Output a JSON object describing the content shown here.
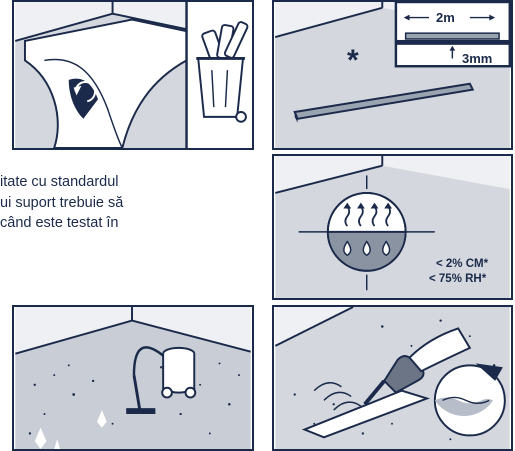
{
  "colors": {
    "navy": "#1b2a4a",
    "floor": "#d4d8de",
    "wall": "#eef0f3",
    "white": "#ffffff"
  },
  "text_lines": [
    "itate cu standardul",
    "ui suport trebuie să",
    "când este testat în"
  ],
  "flatness": {
    "marker": "*",
    "length": "2m",
    "tolerance": "3mm"
  },
  "moisture": {
    "cm": "< 2% CM*",
    "rh": "< 75% RH*"
  }
}
